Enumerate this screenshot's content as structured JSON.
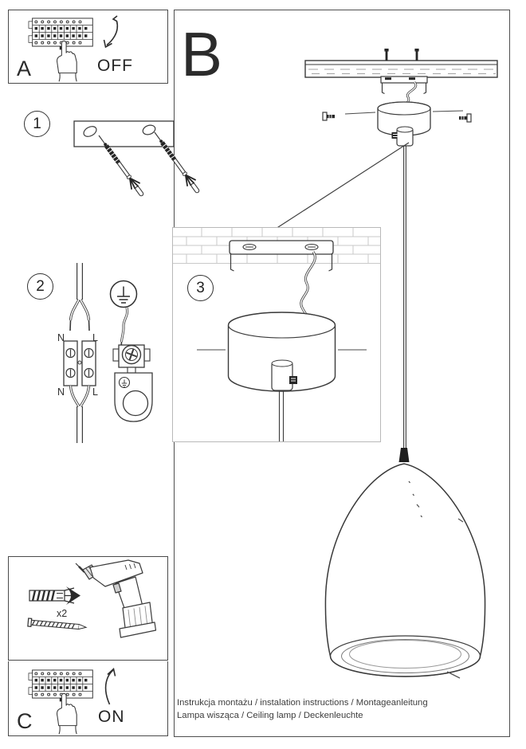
{
  "panel_a": {
    "letter": "A",
    "state": "OFF"
  },
  "panel_b": {
    "letter": "B"
  },
  "panel_c": {
    "letter": "C",
    "state": "ON"
  },
  "steps": {
    "s1": "1",
    "s2": "2",
    "s3": "3"
  },
  "terminals": {
    "top_n": "N",
    "top_l": "L",
    "bottom_n": "N",
    "bottom_l": "L"
  },
  "hardware": {
    "anchor_quantity": "x2"
  },
  "footer": {
    "line1": "Instrukcja montażu / instalation instructions / Montageanleitung",
    "line2": "Lampa wisząca / Ceiling lamp / Deckenleuchte"
  },
  "icons": {
    "breaker-panel-icon": "circuit breaker strip",
    "pressing-hand-icon": "hand pressing breaker switch",
    "arrow-down-icon": "curved arrow pointing down (switch off)",
    "arrow-up-icon": "curved arrow pointing up (switch on)",
    "mounting-bracket-icon": "wall bracket with keyhole slots",
    "expansion-screw-icon": "screw with expansion anchor",
    "terminal-block-icon": "two-pole screw terminal block",
    "earth-icon": "protective earth symbol",
    "earth-clamp-icon": "earth clamp with ring lug",
    "ceiling-beam-icon": "wooden beam with fixing screws",
    "canopy-icon": "ceiling canopy cup",
    "strain-relief-icon": "cable strain relief with screw",
    "pendant-shade-icon": "egg-shaped pendant lamp shade",
    "wall-plug-icon": "expansion wall plug",
    "wood-screw-icon": "mounting wood screw",
    "drill-icon": "cordless drill"
  },
  "colors": {
    "ink": "#3a3a3a",
    "black_fill": "#262626",
    "box_border": "#4a4a4a",
    "detail_border": "#b9b9b9",
    "brick_line": "#c9c9c9",
    "grain_line": "#a3a3a3"
  }
}
